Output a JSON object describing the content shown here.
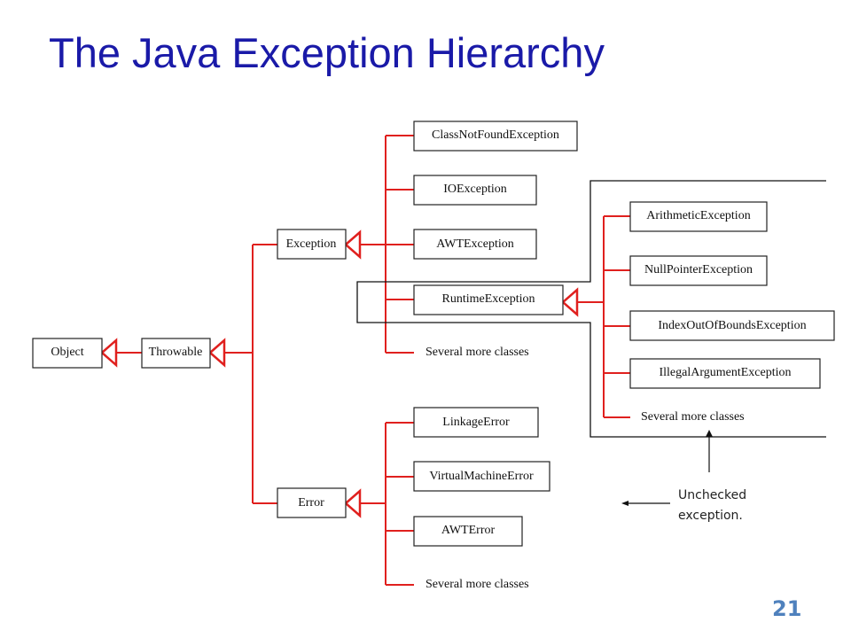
{
  "title": "The Java Exception Hierarchy",
  "page_number": "21",
  "note": {
    "line1": "Unchecked",
    "line2": "exception."
  },
  "classes": {
    "object": "Object",
    "throwable": "Throwable",
    "exception": "Exception",
    "error": "Error",
    "class_not_found": "ClassNotFoundException",
    "io": "IOException",
    "awt_exception": "AWTException",
    "runtime": "RuntimeException",
    "exception_more": "Several more classes",
    "arithmetic": "ArithmeticException",
    "null_pointer": "NullPointerException",
    "index_out_of_bounds": "IndexOutOfBoundsException",
    "illegal_argument": "IllegalArgumentException",
    "runtime_more": "Several more classes",
    "linkage": "LinkageError",
    "virtual_machine": "VirtualMachineError",
    "awt_error": "AWTError",
    "error_more": "Several more classes"
  },
  "colors": {
    "title": "#1a1aa8",
    "inheritance_lines": "#e0201e",
    "page_number": "#4f81bd"
  }
}
